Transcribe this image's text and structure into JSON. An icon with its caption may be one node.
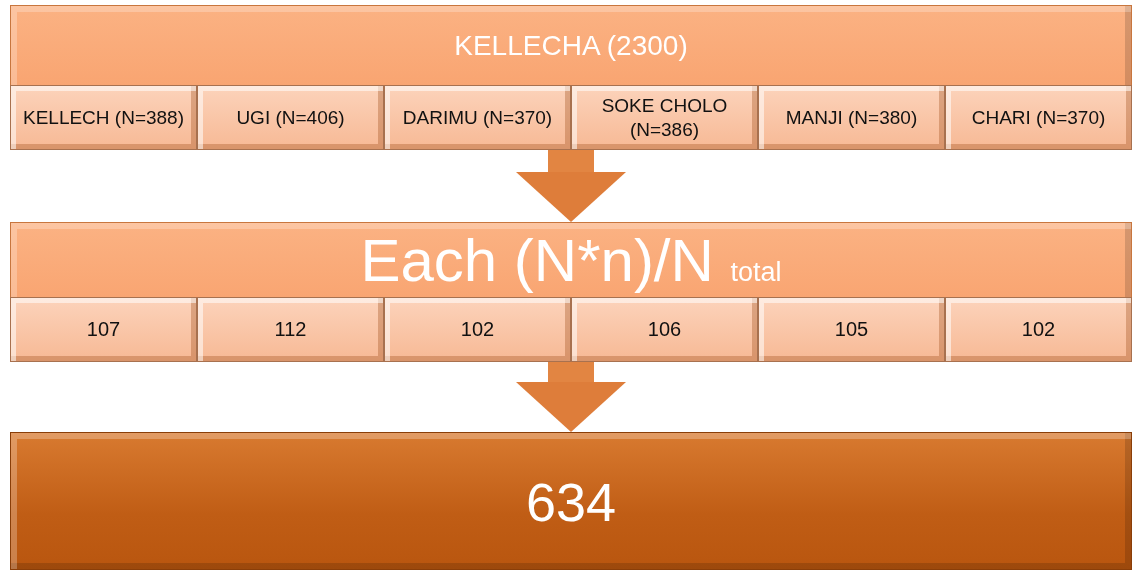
{
  "diagram": {
    "nodes": [
      {
        "text": [
          "KELLECHA (2300)"
        ]
      },
      {
        "text": [
          "KELLECH (N=388)"
        ],
        "in": 0
      },
      {
        "text": [
          "UGI (N=406)"
        ],
        "in": 0
      },
      {
        "text": [
          "DARIMU (N=370)"
        ],
        "in": 0
      },
      {
        "text": [
          "SOKE CHOLO (N=386)"
        ],
        "in": 0
      },
      {
        "text": [
          "MANJI (N=380)"
        ],
        "in": 0
      },
      {
        "text": [
          "CHARI (N=370)"
        ],
        "in": 0
      },
      {
        "text": [
          "Each  (N*n)/N $_{total}$"
        ]
      },
      {
        "text": [
          "107"
        ],
        "in": 7
      },
      {
        "text": [
          "112"
        ],
        "in": 7
      },
      {
        "text": [
          "102"
        ],
        "in": 7
      },
      {
        "text": [
          "106"
        ],
        "in": 7
      },
      {
        "text": [
          "105"
        ],
        "in": 7
      },
      {
        "text": [
          "102"
        ],
        "in": 7
      },
      {
        "text": [
          "634"
        ]
      }
    ],
    "edges": [
      {
        "from": 0,
        "to": 7,
        "arrow": "to"
      },
      {
        "from": 7,
        "to": 14,
        "arrow": "to"
      }
    ]
  }
}
